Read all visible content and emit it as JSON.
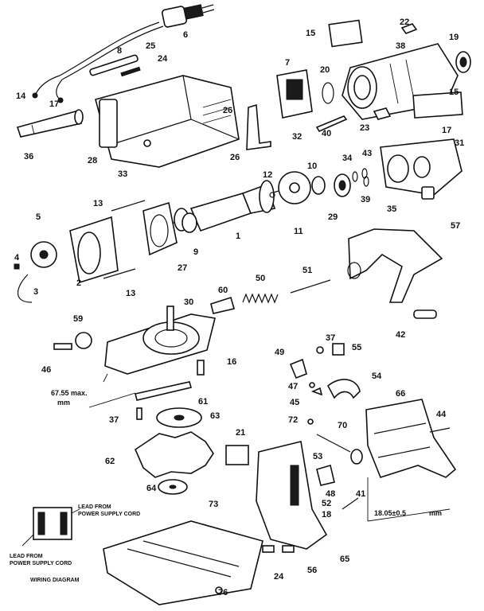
{
  "diagram": {
    "part_numbers": {
      "p1": "1",
      "p2": "2",
      "p3": "3",
      "p4": "4",
      "p5": "5",
      "p6": "6",
      "p7": "7",
      "p8": "8",
      "p9": "9",
      "p10": "10",
      "p11": "11",
      "p12": "12",
      "p13a": "13",
      "p13b": "13",
      "p14": "14",
      "p15a": "15",
      "p15b": "15",
      "p16": "16",
      "p17a": "17",
      "p17b": "17",
      "p18": "18",
      "p19": "19",
      "p20": "20",
      "p21": "21",
      "p22": "22",
      "p23": "23",
      "p24a": "24",
      "p24b": "24",
      "p25": "25",
      "p26a": "26",
      "p26b": "26",
      "p27": "27",
      "p28": "28",
      "p29": "29",
      "p30": "30",
      "p31": "31",
      "p32": "32",
      "p33": "33",
      "p34": "34",
      "p35": "35",
      "p36": "36",
      "p37a": "37",
      "p37b": "37",
      "p38": "38",
      "p39": "39",
      "p40": "40",
      "p41": "41",
      "p42": "42",
      "p43": "43",
      "p44": "44",
      "p45": "45",
      "p46": "46",
      "p47": "47",
      "p48": "48",
      "p49": "49",
      "p50": "50",
      "p51": "51",
      "p52": "52",
      "p53": "53",
      "p54": "54",
      "p55": "55",
      "p56": "56",
      "p57": "57",
      "p59": "59",
      "p60": "60",
      "p61": "61",
      "p62": "62",
      "p63": "63",
      "p64": "64",
      "p65": "65",
      "p66": "66",
      "p70": "70",
      "p72": "72",
      "p73": "73",
      "p76": "76"
    },
    "dimensions": {
      "depth_value": "67.55 max.",
      "depth_unit": "mm",
      "offset_value": "18.05±0.5",
      "offset_unit": "mm"
    },
    "wiring": {
      "lead_top_line1": "LEAD FROM",
      "lead_top_line2": "POWER SUPPLY CORD",
      "lead_bottom_line1": "LEAD FROM",
      "lead_bottom_line2": "POWER SUPPLY CORD",
      "caption": "WIRING DIAGRAM"
    }
  }
}
